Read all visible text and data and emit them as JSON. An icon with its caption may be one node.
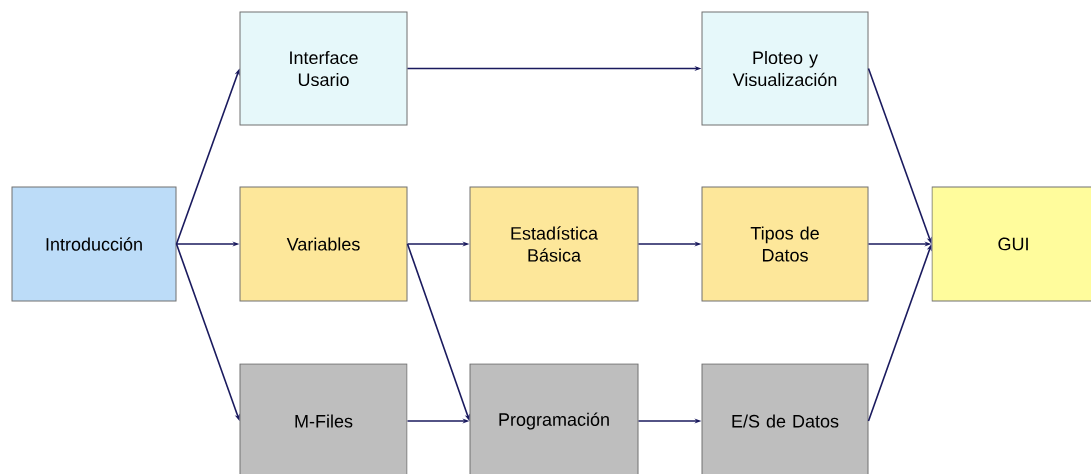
{
  "diagram": {
    "nodes": [
      {
        "text": [
          "Introducción"
        ]
      },
      {
        "text": [
          "Interface Usario"
        ]
      },
      {
        "text": [
          "Ploteo y Visualización"
        ]
      },
      {
        "text": [
          "Variables"
        ]
      },
      {
        "text": [
          "Estadística Básica"
        ]
      },
      {
        "text": [
          "Tipos de Datos"
        ]
      },
      {
        "text": [
          "GUI"
        ]
      },
      {
        "text": [
          "M-Files"
        ]
      },
      {
        "text": [
          "Programación"
        ]
      },
      {
        "text": [
          "E/S de Datos"
        ]
      }
    ],
    "edges": [
      {
        "from": 0,
        "to": 1,
        "arrow": "to"
      },
      {
        "from": 0,
        "to": 3,
        "arrow": "to"
      },
      {
        "from": 0,
        "to": 7,
        "arrow": "to"
      },
      {
        "from": 1,
        "to": 2,
        "arrow": "to"
      },
      {
        "from": 3,
        "to": 4,
        "arrow": "to"
      },
      {
        "from": 3,
        "to": 8,
        "arrow": "to"
      },
      {
        "from": 4,
        "to": 5,
        "arrow": "to"
      },
      {
        "from": 2,
        "to": 6,
        "arrow": "to"
      },
      {
        "from": 5,
        "to": 6,
        "arrow": "to"
      },
      {
        "from": 9,
        "to": 6,
        "arrow": "to"
      },
      {
        "from": 7,
        "to": 8,
        "arrow": "to"
      },
      {
        "from": 8,
        "to": 9,
        "arrow": "to"
      }
    ]
  }
}
